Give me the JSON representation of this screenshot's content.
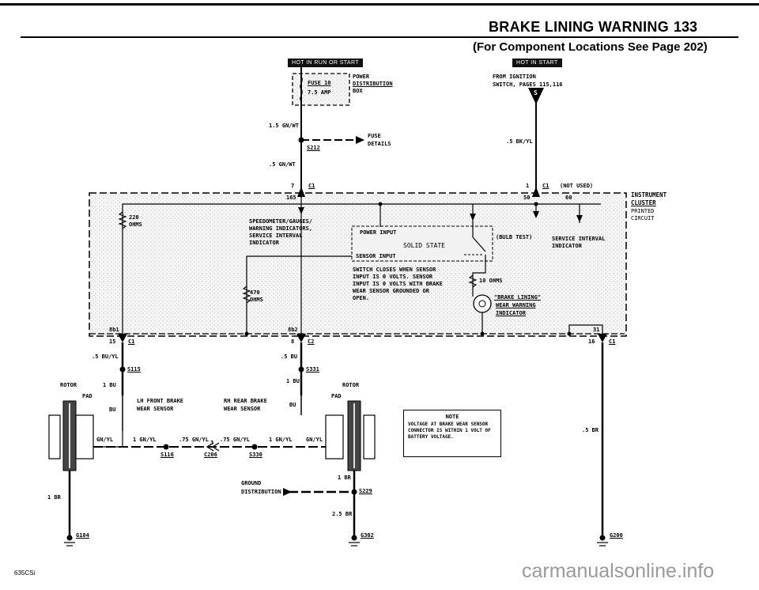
{
  "header": {
    "title": "BRAKE LINING WARNING",
    "page_number": "133",
    "subtitle": "(For Component Locations See Page 202)"
  },
  "tags": {
    "hot_run_start": "HOT IN RUN OR START",
    "hot_start": "HOT IN START"
  },
  "fuse": {
    "name": "FUSE 10",
    "rating": "7.5 AMP",
    "box_line1": "POWER",
    "box_line2": "DISTRIBUTION",
    "box_line3": "BOX"
  },
  "fuse_details": {
    "line1": "FUSE",
    "line2": "DETAILS"
  },
  "ignition": {
    "line1": "FROM IGNITION",
    "line2": "SWITCH, PAGES 115,116",
    "badge": "S"
  },
  "wires": {
    "w1": "1.5 GN/WT",
    "w2": ".5 GN/WT",
    "w3": ".5 BK/YL",
    "w4": ".5 BU/YL",
    "w5": ".5 BU",
    "w6": "1 BU",
    "w7": "1 BU",
    "w8": "GN/YL",
    "w9": "1 GN/YL",
    "w10": ".75 GN/YL",
    "w11": ".75 GN/YL",
    "w12": "1 GN/YL",
    "w13": "GN/YL",
    "w14": "BU",
    "w15": "BU",
    "w16": "1 BR",
    "w17": "1 BR",
    "w18": "2.5 BR",
    "w19": ".5 BR"
  },
  "splices": {
    "s212": "S212",
    "s115": "S115",
    "s331": "S331",
    "s116": "S116",
    "s330": "S330",
    "s229": "S229"
  },
  "connectors": {
    "c1_a": "C1",
    "c1_b": "C1",
    "c1_c": "C1",
    "c1_d": "C1",
    "c2": "C2",
    "c206": "C206",
    "p7": "7",
    "p1": "1",
    "p15": "15",
    "p8": "8",
    "p16": "16",
    "p3": "3",
    "p165": "165",
    "p50": "50",
    "p60": "60",
    "p8b1": "8b1",
    "p8b2": "8b2",
    "p31": "31"
  },
  "not_used": "(NOT USED)",
  "cluster": {
    "line1": "INSTRUMENT",
    "line2": "CLUSTER",
    "line3": "PRINTED",
    "line4": "CIRCUIT"
  },
  "components": {
    "r220_a": "220",
    "r220_b": "OHMS",
    "r470_a": "470",
    "r470_b": "OHMS",
    "speedo1": "SPEEDOMETER/GAUGES/",
    "speedo2": "WARNING INDICATORS,",
    "speedo3": "SERVICE INTERVAL",
    "speedo4": "INDICATOR",
    "power_input": "POWER INPUT",
    "solid_state": "SOLID STATE",
    "sensor_input": "SENSOR INPUT",
    "bulb_test": "(BULB TEST)",
    "svc1": "SERVICE INTERVAL",
    "svc2": "INDICATOR",
    "sw1": "SWITCH CLOSES WHEN SENSOR",
    "sw2": "INPUT IS 0 VOLTS. SENSOR",
    "sw3": "INPUT IS 0 VOLTS WITH BRAKE",
    "sw4": "WEAR SENSOR GROUNDED OR",
    "sw5": "OPEN.",
    "r10": "10 OHMS",
    "ind1": "\"BRAKE LINING\"",
    "ind2": "WEAR WARNING",
    "ind3": "INDICATOR"
  },
  "sensors": {
    "rotor_l": "ROTOR",
    "pad_l": "PAD",
    "rotor_r": "ROTOR",
    "pad_r": "PAD",
    "lh1": "LH FRONT BRAKE",
    "lh2": "WEAR SENSOR",
    "rh1": "RH REAR BRAKE",
    "rh2": "WEAR SENSOR"
  },
  "ground": {
    "dist1": "GROUND",
    "dist2": "DISTRIBUTION",
    "g104": "G104",
    "g302": "G302",
    "g200": "G200"
  },
  "note": {
    "title": "NOTE",
    "body": "VOLTAGE AT BRAKE WEAR SENSOR CONNECTOR IS WITHIN 1 VOLT OF BATTERY VOLTAGE."
  },
  "footer": "635CSi",
  "watermark": "carmanualsonline.info"
}
